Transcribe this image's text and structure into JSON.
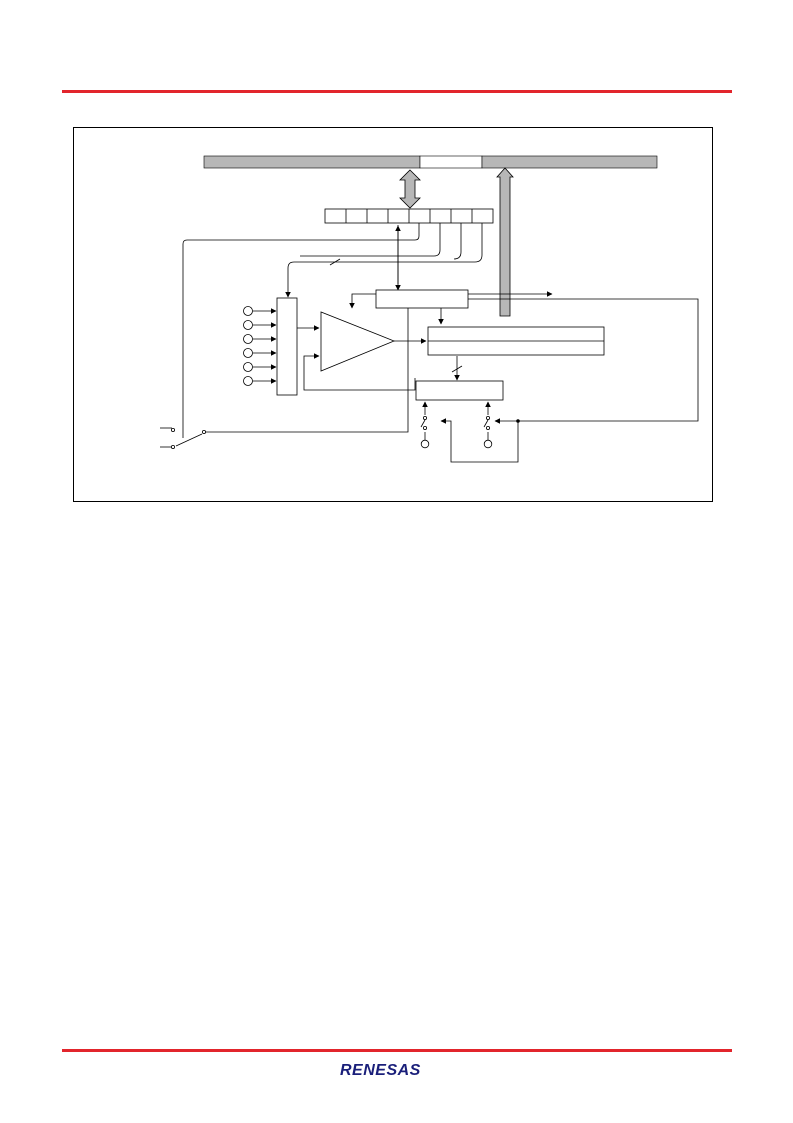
{
  "colors": {
    "rule": "#e2252c",
    "bus": "#b7b7b7",
    "line": "#000000",
    "logo": "#1a1f7a"
  },
  "footer": {
    "logo_text": "RENESAS"
  },
  "icons": [
    "renesas-logo",
    "switch",
    "comparator-triangle",
    "bidirectional-arrow",
    "bus-arrow"
  ]
}
